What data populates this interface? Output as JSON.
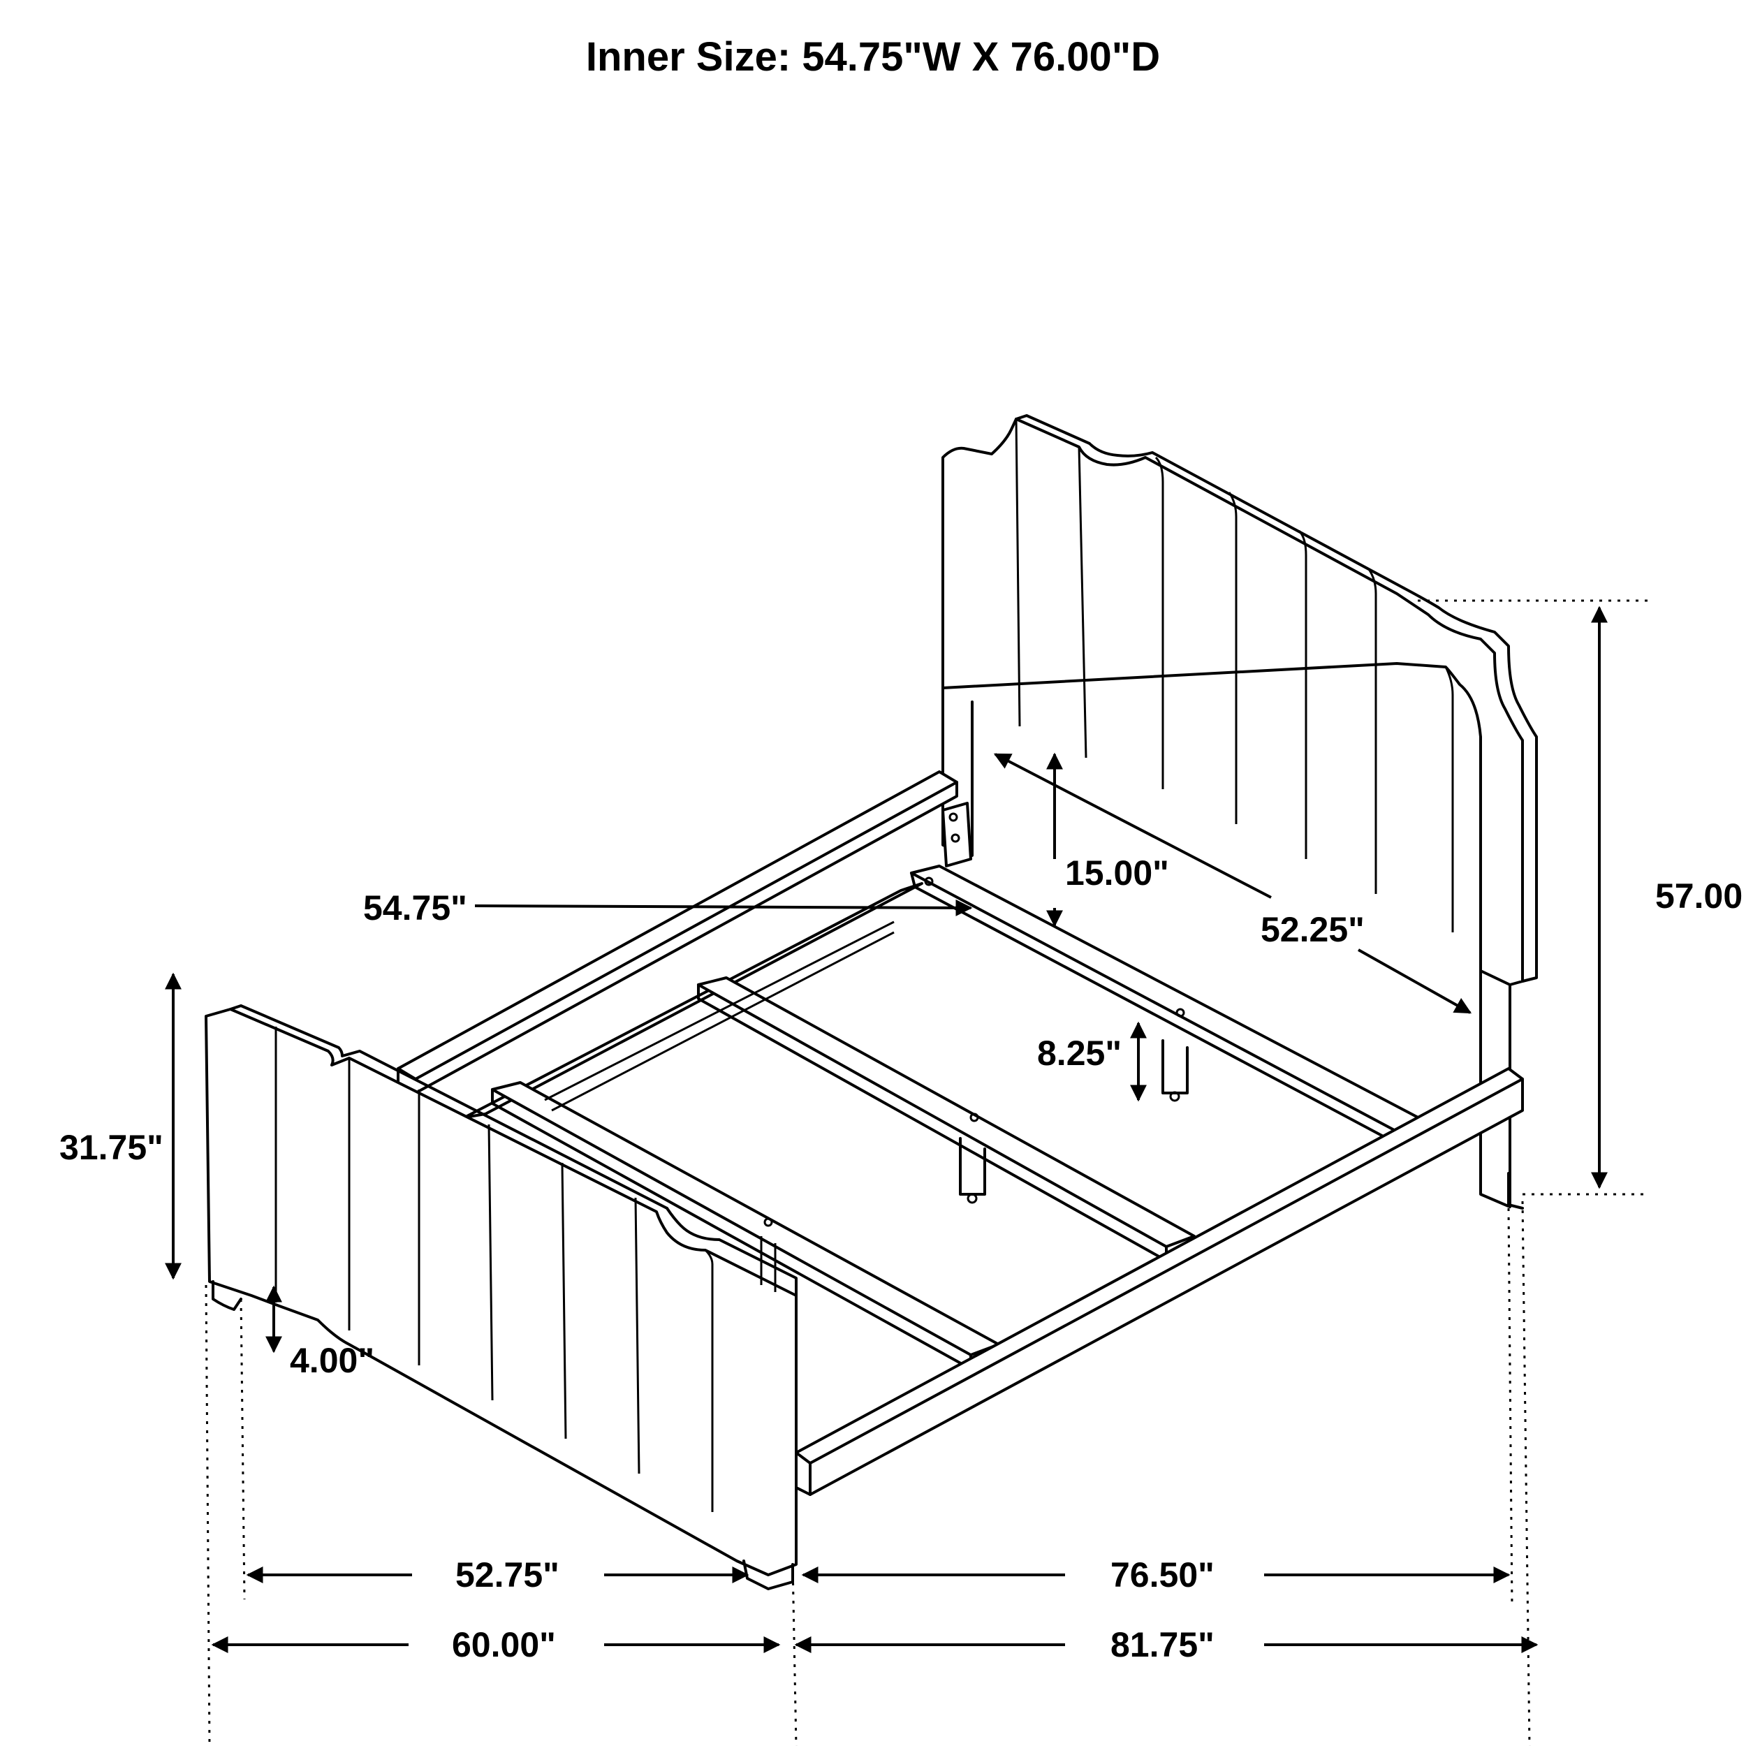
{
  "title": "Inner Size: 54.75\"W X 76.00\"D",
  "dimensions": {
    "inner_width": "54.75\"",
    "headboard_height": "57.00",
    "headboard_leg": "15.00\"",
    "headboard_width": "52.25\"",
    "rail_clearance": "8.25\"",
    "footboard_height": "31.75\"",
    "foot_leg": "4.00\"",
    "footboard_inner_width": "52.75\"",
    "overall_width": "60.00\"",
    "rail_length": "76.50\"",
    "overall_length": "81.75\""
  }
}
